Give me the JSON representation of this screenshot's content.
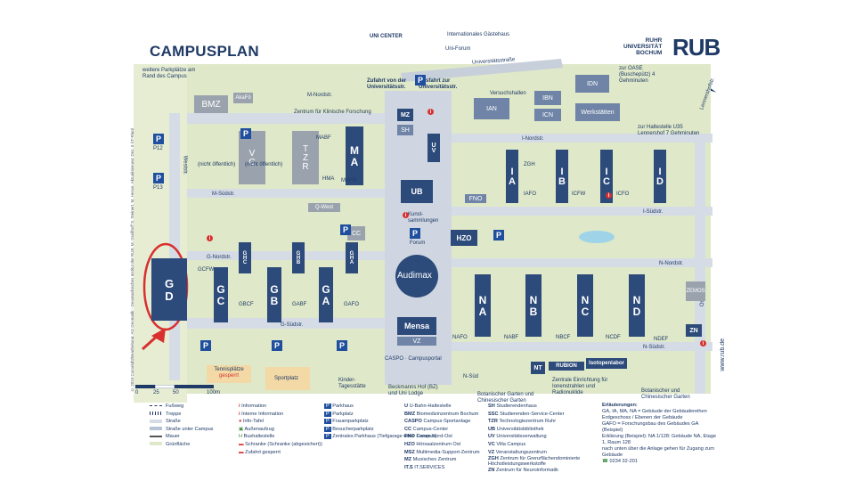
{
  "title": "CAMPUSPLAN",
  "logo": {
    "line1": "RUHR",
    "line2": "UNIVERSITÄT",
    "line3": "BOCHUM",
    "mark": "RUB"
  },
  "colors": {
    "building": "#2c4a7a",
    "road": "#d6dce6",
    "green": "#dfe8c8",
    "parking": "#1f4f9e",
    "info": "#d8302f",
    "highlight": "#d8302f"
  },
  "map_labels": {
    "uni_center": "UNI CENTER",
    "gaestehaus": "Internationales Gästehaus",
    "uni_forum": "Uni-Forum",
    "universitaetsstr": "Universitätsstraße",
    "oase": "zur OASE (Buschepütz) 4 Gehminuten",
    "weitere_parkplaetze": "weitere Parkplätze am Rand des Campus",
    "zufahrt_von": "Zufahrt von der Universitätsstr.",
    "ausfahrt_zur": "Ausfahrt zur Universitätsstr.",
    "haltestelle": "zur Haltestelle U35 Lennershof 7 Gehminuten",
    "m_nordstr": "M-Nordstr.",
    "m_suedstr": "M-Südstr.",
    "i_nordstr": "I-Nordstr.",
    "i_suedstr": "I-Südstr.",
    "n_nordstr": "N-Nordstr.",
    "n_suedstr": "N-Südstr.",
    "g_nordstr": "G-Nordstr.",
    "g_suedstr": "G-Südstr.",
    "weststr": "Weststr.",
    "oststr": "Oststr.",
    "lennershofstr": "Lennershofstr.",
    "tennis": "Tennisplätze",
    "tennis_sub": "gesperrt",
    "sportplatz": "Sportplatz",
    "botanischer_left": "Botanischer Garten und Chinesischer Garten",
    "botanischer_right": "Botanischer und Chinesischer Garten",
    "beckmanns": "Beckmanns Hof (BZ) und Uni Lodge",
    "tagesstaette": "Kinder-Tagesstätte",
    "bmz": "BMZ",
    "akafo": "AkaFö",
    "zentrum_fk": "Zentrum für Klinische Forschung",
    "audimax": "Audimax",
    "mensa": "Mensa",
    "vz": "VZ",
    "caspo": "CASPO · Campusportal",
    "ub": "UB",
    "kunstsammlungen": "Kunst-sammlungen",
    "forum": "Forum",
    "hzo": "HZO",
    "fno": "FNO",
    "q_west": "Q-West",
    "cc": "CC",
    "mz": "MZ",
    "sh": "SH",
    "uv": "UV",
    "ian": "IAN",
    "ibn": "IBN",
    "idn": "IDN",
    "versuchshallen": "Versuchshallen",
    "werkstaetten": "Werkstätten",
    "icn": "ICN",
    "zgh": "ZGH",
    "iafo": "IAFO",
    "icfw": "ICFW",
    "icfo": "ICFO",
    "ia": "IA",
    "ib": "IB",
    "ic": "IC",
    "id": "ID",
    "nafo": "NAFO",
    "nabf": "NABF",
    "nbcf": "NBCF",
    "ncdf": "NCDF",
    "ndef": "NDEF",
    "na": "NA",
    "nb": "NB",
    "nc": "NC",
    "nd": "ND",
    "zemos": "ZEMOS",
    "zn": "ZN",
    "nt": "NT",
    "rubion": "RUBION",
    "isotopenlabor": "Isotopenlabor",
    "strahlenschutz": "Zentrale Einrichtung für Ionenstrahlen und Radionuklide",
    "gd": "GD",
    "gc": "GC",
    "gb": "GB",
    "ga": "GA",
    "gcfw": "GCFW",
    "gbcf": "GBCF",
    "gabf": "GABF",
    "gafo": "GAFO",
    "ghc": "GHC",
    "ghb": "GHB",
    "gha": "GHA",
    "ma": "MA",
    "mabf": "MABF",
    "mafo": "MAFO",
    "hma": "HMA",
    "tzr": "TZR",
    "vc": "VC",
    "nicht_oeffentlich": "(nicht öffentlich)",
    "p12": "P12",
    "p13": "P13",
    "url": "www.rub.de",
    "n_sued_label": "N-Süd",
    "scale": [
      "0",
      "25",
      "50",
      "100m"
    ]
  },
  "legend_col1": [
    "Fußweg",
    "Treppe",
    "Straße",
    "Straße unter Campus",
    "Mauer",
    "Grünfläche"
  ],
  "legend_col2": [
    "Information",
    "Interne Information",
    "Info-Tafel",
    "Außenaufzug",
    "Bushaltestelle",
    "Schranke (Schranke (abgesichert))",
    "Zufahrt gesperrt"
  ],
  "legend_col3": [
    "Parkhaus",
    "Parkplatz",
    "Frauenparkplatz",
    "Besucherparkplatz",
    "Zentrales Parkhaus (Tiefgarage unter Campus)"
  ],
  "legend_col4": [
    [
      "U",
      "U-Bahn-Haltestelle"
    ],
    [
      "BMZ",
      "Biomedizinzentrum Bochum"
    ],
    [
      "CASPO",
      "Campus-Sportanlage"
    ],
    [
      "CC",
      "Campus-Center"
    ],
    [
      "FNO",
      "Forum Nord-Ost"
    ],
    [
      "HZO",
      "Hörsaalzentrum Ost"
    ],
    [
      "MSZ",
      "Multimedia-Support-Zentrum"
    ],
    [
      "MZ",
      "Musisches Zentrum"
    ],
    [
      "IT.S",
      "IT.SERVICES"
    ]
  ],
  "legend_col5": [
    [
      "SH",
      "Studierendenhaus"
    ],
    [
      "SSC",
      "Studierenden-Service-Center"
    ],
    [
      "TZR",
      "Technologiezentrum Ruhr"
    ],
    [
      "UB",
      "Universitätsbibliothek"
    ],
    [
      "UV",
      "Universitätsverwaltung"
    ],
    [
      "VC",
      "Villa Campus"
    ],
    [
      "VZ",
      "Veranstaltungszentrum"
    ],
    [
      "ZGH",
      "Zentrum für Grenzflächendominierte Höchstleistungswerkstoffe"
    ],
    [
      "ZN",
      "Zentrum für Neuroinformatik"
    ]
  ],
  "legend_col6_title": "Erläuterungen:",
  "legend_col6": [
    "GA, IA, MA, NA = Gebäude der Gebäudereihen",
    "Erdgeschoss / Ebenen der Gebäude",
    "GAFO = Forschungsbau des Gebäudes GA (Beispiel)",
    "Erklärung (Beispiel): NA 1/128: Gebäude NA, Etage 1, Raum 128",
    "nach unten über die Anlage gehen für Zugang zum Gebäude"
  ],
  "legend_phone": "0234 32-201",
  "side_copyright": "© 2019 Copyright/Bearbeitung: AG Geomatik - Geographisches Institut der RUB, M. Graßhoff S. Steinert, M. Hesse, Aktualisierung: Dez. 5 (IT-Ring)"
}
